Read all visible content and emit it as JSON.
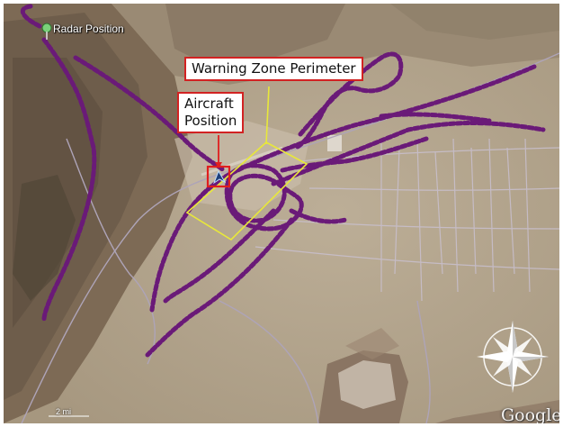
{
  "map": {
    "radar_label": "Radar Position",
    "attribution": "Google",
    "scale_label": "2 mi",
    "callouts": {
      "warning_zone": "Warning Zone Perimeter",
      "aircraft_line1": "Aircraft",
      "aircraft_line2": "Position"
    },
    "colors": {
      "track": "#6a1a78",
      "warning_zone": "#e8e83a",
      "aircraft_box": "#e01e1e",
      "callout_border": "#d22222",
      "road": "#b0a8b8"
    },
    "icons": [
      "radar-pin-icon",
      "aircraft-icon",
      "compass-rose-icon"
    ]
  }
}
